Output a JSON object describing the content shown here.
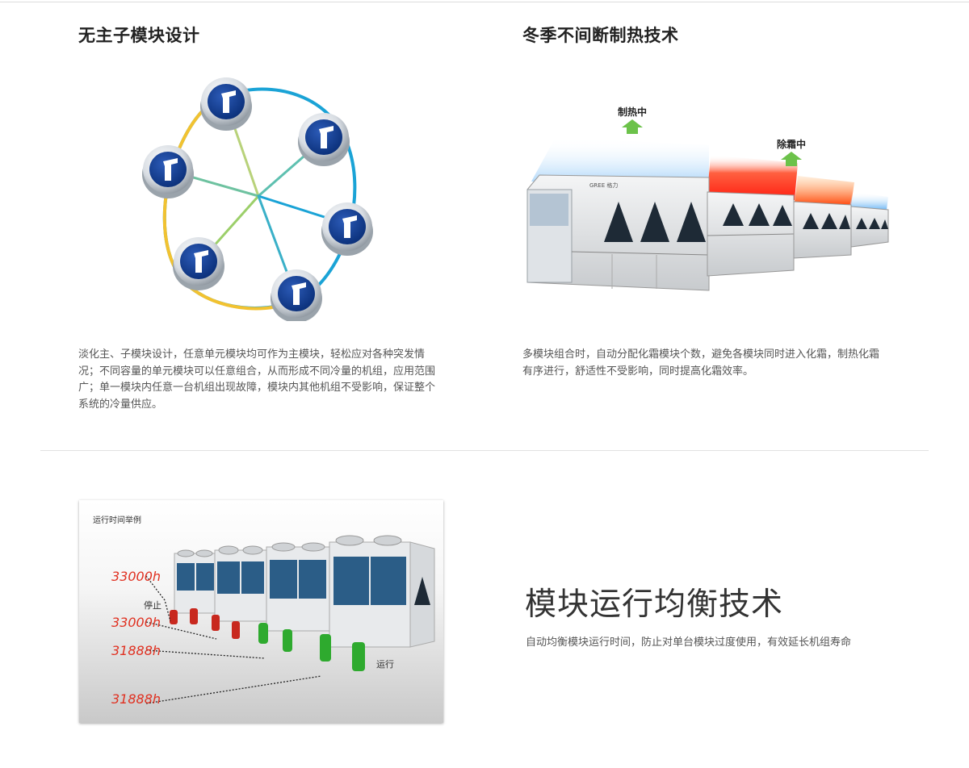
{
  "section1": {
    "title": "无主子模块设计",
    "description": "淡化主、子模块设计，任意单元模块均可作为主模块，轻松应对各种突发情况；不同容量的单元模块可以任意组合，从而形成不同冷量的机组，应用范围广；单一模块内任意一台机组出现故障，模块内其他机组不受影响，保证整个系统的冷量供应。"
  },
  "section2": {
    "title": "冬季不间断制热技术",
    "description": "多模块组合时，自动分配化霜模块个数，避免各模块同时进入化霜，制热化霜有序进行，舒适性不受影响，同时提高化霜效率。",
    "figure": {
      "label_heating": "制热中",
      "label_defrost": "除霜中",
      "brand": "GREE 格力"
    }
  },
  "section3": {
    "title": "模块运行均衡技术",
    "description": "自动均衡模块运行时间，防止对单台模块过度使用，有效延长机组寿命",
    "figure": {
      "caption": "运行时间举例",
      "label_stop": "停止",
      "label_run": "运行",
      "counters": [
        "33000h",
        "33000h",
        "31888h",
        "31888h"
      ]
    }
  },
  "colors": {
    "ring_blue": "#1aa3d6",
    "ring_yellow": "#f2c230",
    "badge_blue": "#0d3a8c",
    "heat_blue": "#9fd2ff",
    "defrost_red": "#ff2a1a",
    "arrow_green": "#6cc24a",
    "counter_red": "#e03020",
    "compressor_red": "#c8281e",
    "compressor_green": "#2eaa2e"
  }
}
